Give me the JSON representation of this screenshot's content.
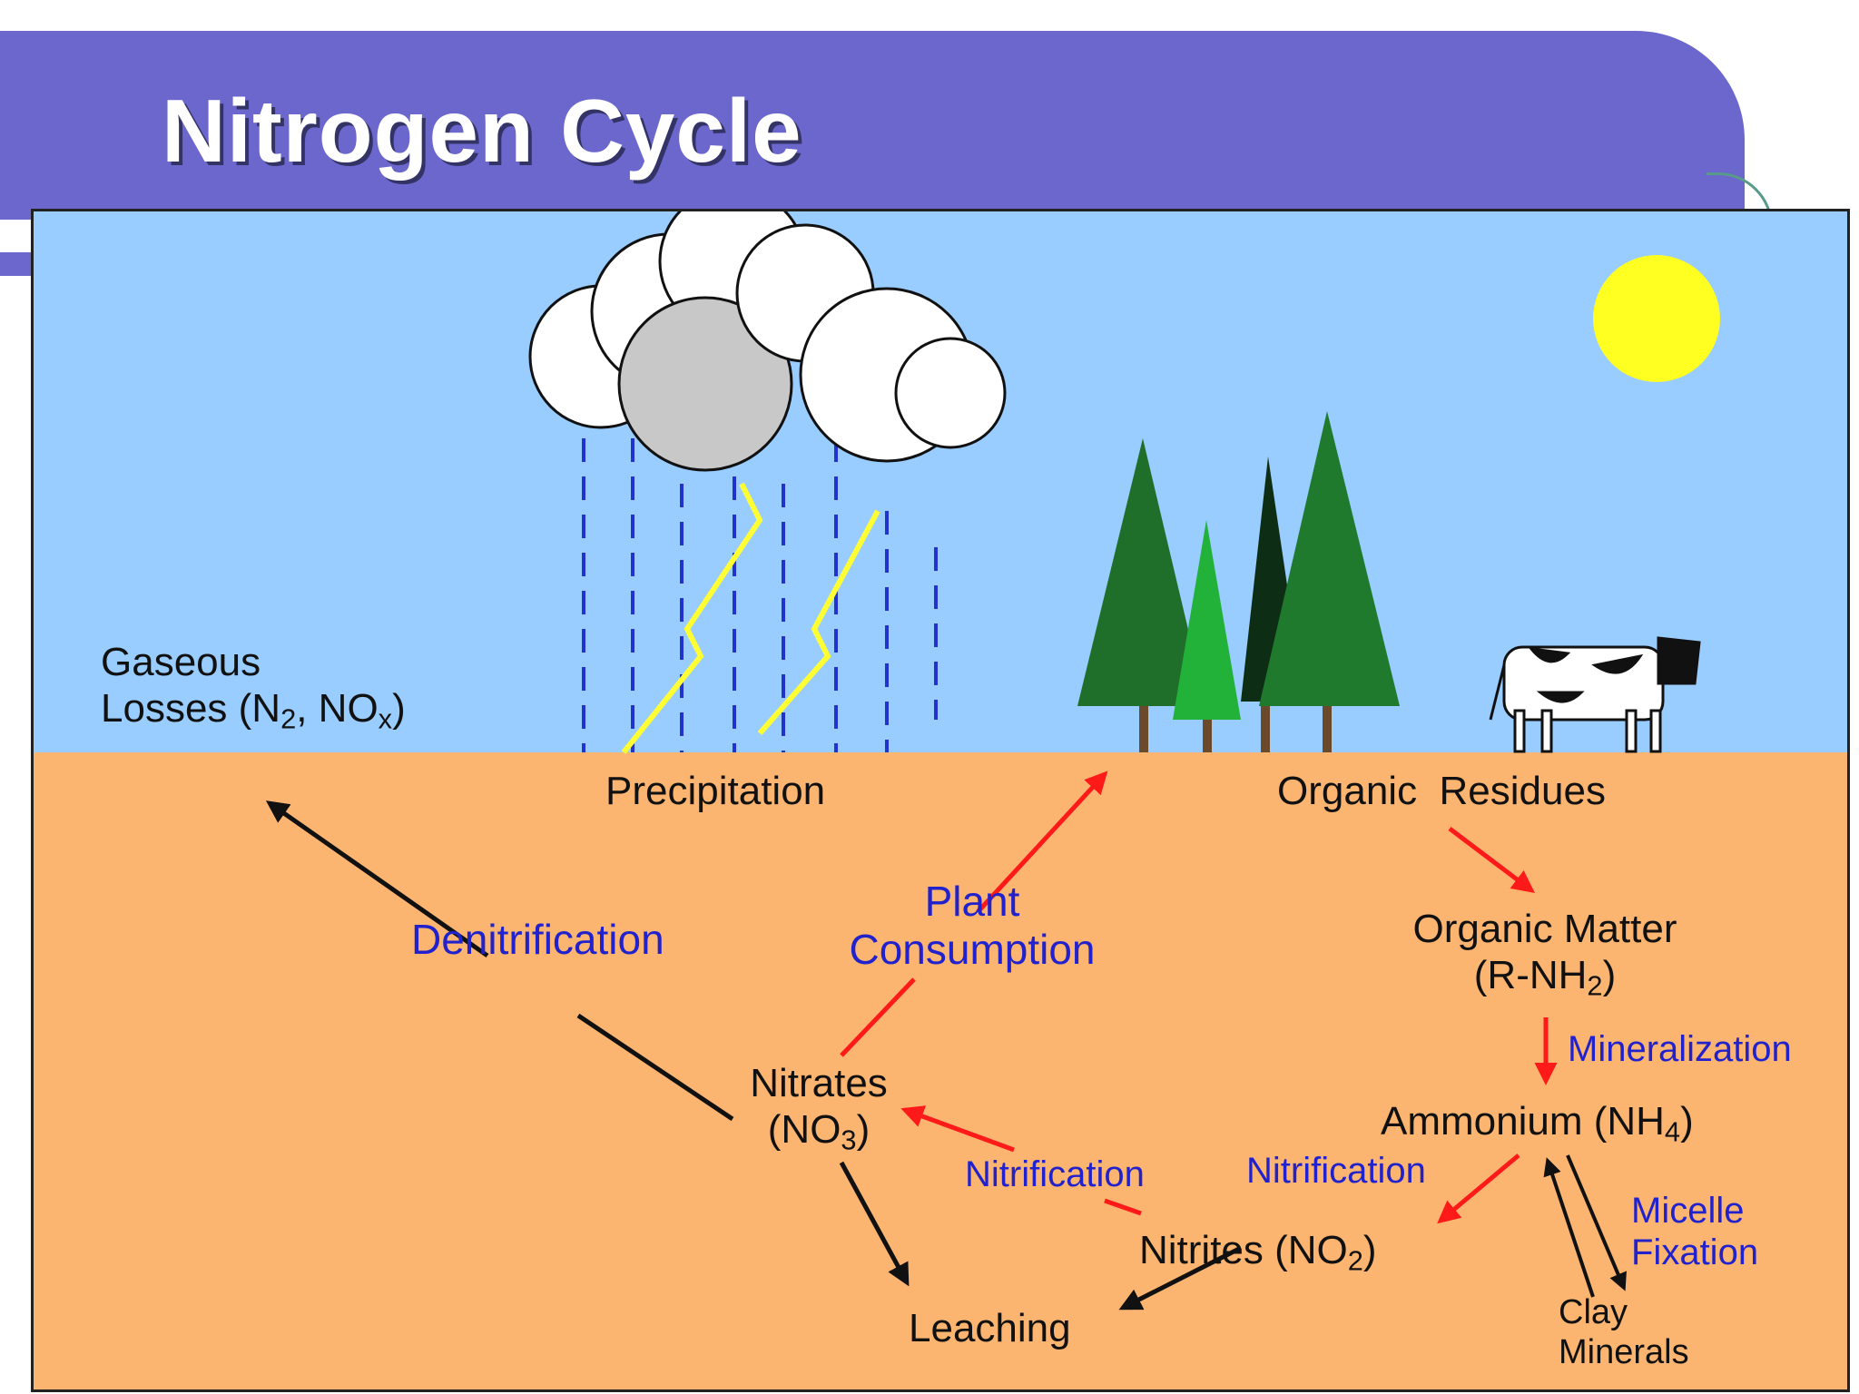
{
  "title": "Nitrogen Cycle",
  "colors": {
    "banner": "#6b67cc",
    "sky": "#99ccff",
    "soil": "#fbb570",
    "process_text": "#2222cc",
    "arrow_red": "#ff1a1a",
    "arrow_black": "#111111",
    "sun": "#ffff22",
    "lightning": "#ffff33",
    "rain": "#2233cc"
  },
  "labels": {
    "gaseous": {
      "line1": "Gaseous",
      "line2": "Losses (N",
      "sub1": "2",
      "mid": ", NO",
      "sub2": "x",
      "end": ")"
    },
    "precipitation": "Precipitation",
    "organic_residues": "Organic  Residues",
    "organic_matter": {
      "line1": "Organic Matter",
      "line2": "(R-NH",
      "sub": "2",
      "end": ")"
    },
    "nitrates": {
      "line1": "Nitrates",
      "line2": "(NO",
      "sub": "3",
      "end": ")"
    },
    "ammonium": {
      "text": "Ammonium (NH",
      "sub": "4",
      "end": ")"
    },
    "nitrites": {
      "text": "Nitrites (NO",
      "sub": "2",
      "end": ")"
    },
    "leaching": "Leaching",
    "clay": {
      "line1": "Clay",
      "line2": "Minerals"
    }
  },
  "processes": {
    "denitrification": "Denitrification",
    "plant_consumption": {
      "line1": "Plant",
      "line2": "Consumption"
    },
    "mineralization": "Mineralization",
    "nitrification_left": "Nitrification",
    "nitrification_right": "Nitrification",
    "micelle": {
      "line1": "Micelle",
      "line2": "Fixation"
    }
  },
  "icons": [
    "cloud-icon",
    "lightning-icon",
    "rain-icon",
    "sun-icon",
    "tree-icon",
    "cow-icon"
  ]
}
